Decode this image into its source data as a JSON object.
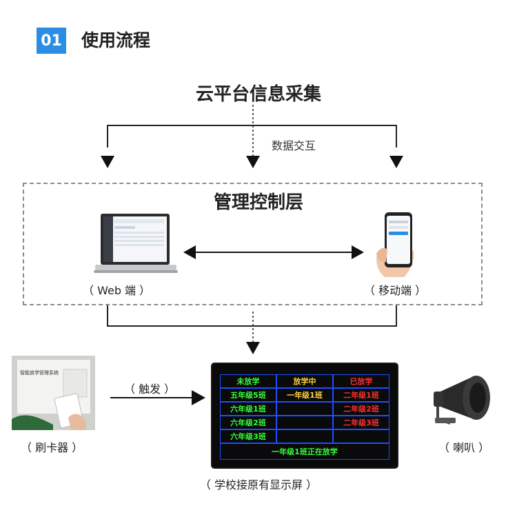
{
  "header": {
    "number": "01",
    "title": "使用流程"
  },
  "cloud": {
    "title": "云平台信息采集",
    "exchange_label": "数据交互"
  },
  "management": {
    "title": "管理控制层",
    "web_label": "（ Web 端 ）",
    "mobile_label": "（ 移动端 ）",
    "laptop_icon": "laptop-icon",
    "phone_icon": "smartphone-icon"
  },
  "devices": {
    "card_reader_label": "（ 刷卡器 ）",
    "trigger_label": "（ 触发 ）",
    "speaker_label": "（ 喇叭 ）",
    "screen_label": "（ 学校接原有显示屏 ）",
    "card_reader_text": "智能放学管理系统"
  },
  "led_screen": {
    "headers": [
      {
        "text": "未放学",
        "color": "green"
      },
      {
        "text": "放学中",
        "color": "yellow"
      },
      {
        "text": "已放学",
        "color": "red"
      }
    ],
    "rows": [
      [
        "五年级5班",
        "一年级1班",
        "二年级1班"
      ],
      [
        "六年级1班",
        "",
        "二年级2班"
      ],
      [
        "六年级2班",
        "",
        "二年级3班"
      ],
      [
        "六年级3班",
        "",
        ""
      ]
    ],
    "footer": "一年级1班正在放学"
  },
  "colors": {
    "accent": "#2b8ee4",
    "led_border": "#1d4fff",
    "green": "#37ff3a",
    "yellow": "#ffd23a",
    "red": "#ff3030"
  }
}
